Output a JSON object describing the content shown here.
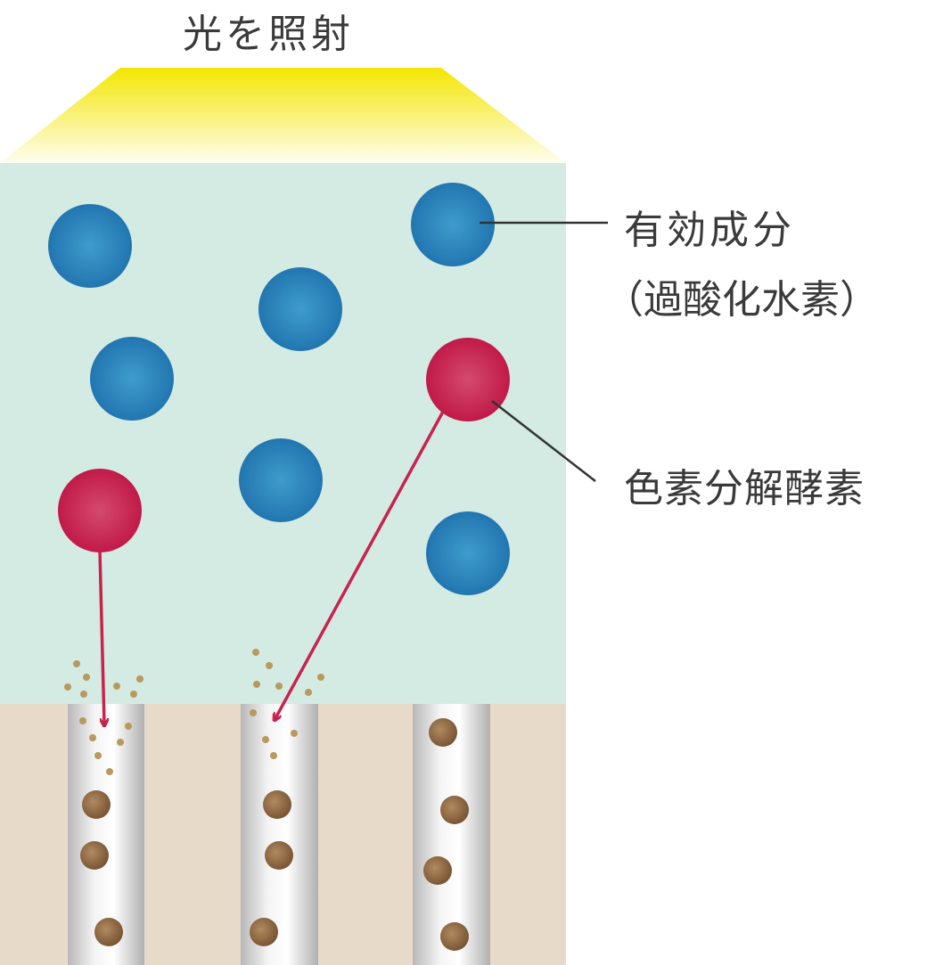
{
  "title": "光を照射",
  "labels": {
    "active_ingredient": "有効成分",
    "active_ingredient_detail": "（過酸化水素）",
    "enzyme": "色素分解酵素"
  },
  "colors": {
    "light": "#f3e600",
    "gel": "#d4ebe4",
    "skin": "#e8dac8",
    "active_particle": "#2f86bf",
    "enzyme_particle": "#c8224f",
    "pigment": "#8a6a48"
  }
}
